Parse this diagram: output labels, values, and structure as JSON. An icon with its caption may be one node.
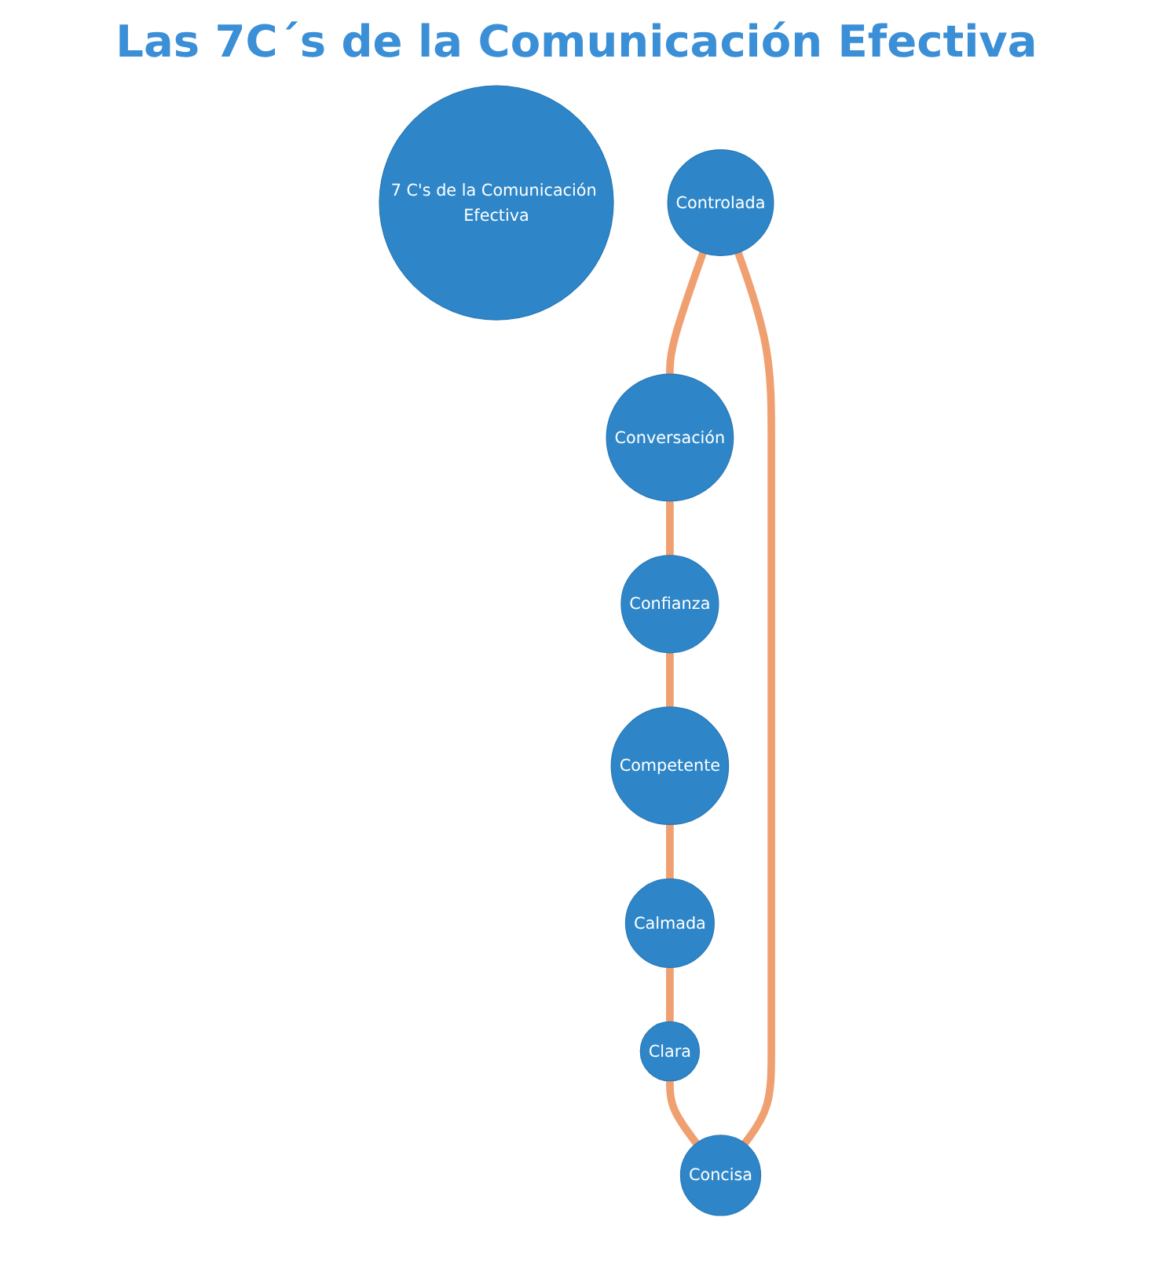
{
  "diagram": {
    "title": "Las 7C´s de la Comunicación Efectiva",
    "nodes": [
      {
        "text": [
          "7 C's de la Comunicación Efectiva"
        ]
      },
      {
        "text": [
          "Controlada"
        ]
      },
      {
        "text": [
          "Concisa"
        ]
      },
      {
        "text": [
          "Conversación"
        ]
      },
      {
        "text": [
          "Clara"
        ]
      },
      {
        "text": [
          "Confianza"
        ]
      },
      {
        "text": [
          "Calmada"
        ]
      },
      {
        "text": [
          "Competente"
        ]
      }
    ],
    "edges": [
      {
        "from": 1,
        "to": 3,
        "arrow": "none"
      },
      {
        "from": 3,
        "to": 5,
        "arrow": "none"
      },
      {
        "from": 5,
        "to": 7,
        "arrow": "none"
      },
      {
        "from": 7,
        "to": 6,
        "arrow": "none"
      },
      {
        "from": 6,
        "to": 4,
        "arrow": "none"
      },
      {
        "from": 4,
        "to": 2,
        "arrow": "none"
      },
      {
        "from": 2,
        "to": 1,
        "arrow": "none"
      }
    ]
  }
}
